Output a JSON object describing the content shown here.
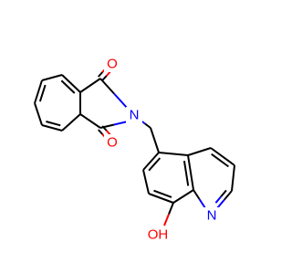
{
  "molecule": {
    "atom_labels": {
      "carbonyl_o_top": "O",
      "carbonyl_o_bottom": "O",
      "imide_n": "N",
      "quinoline_n": "N",
      "hydroxyl": "OH"
    },
    "colors": {
      "carbon_bond": "#000000",
      "oxygen": "#ff0000",
      "nitrogen": "#0000ff"
    }
  }
}
